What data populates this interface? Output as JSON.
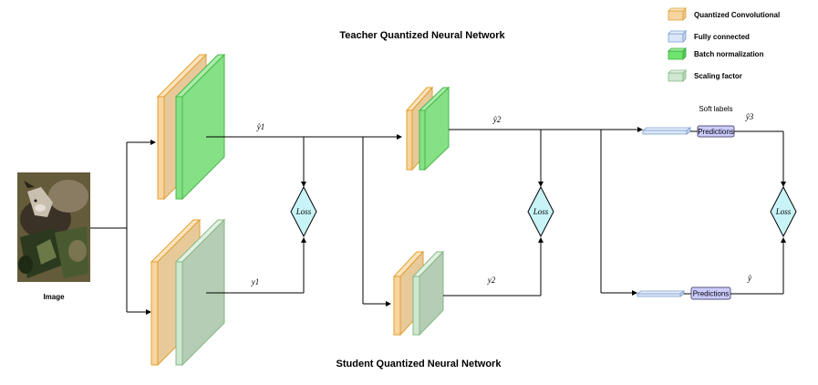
{
  "titles": {
    "teacher": "Teacher Quantized Neural Network",
    "student": "Student Quantized Neural Network"
  },
  "legend": {
    "items": [
      {
        "label": "Quantized Convolutional",
        "color": "#f7d4a0",
        "stroke": "#e0a030"
      },
      {
        "label": "Fully connected",
        "color": "#dae6f7",
        "stroke": "#7a9ccf"
      },
      {
        "label": "Batch normalization",
        "color": "#6ee46e",
        "stroke": "#3aaa3a"
      },
      {
        "label": "Scaling factor",
        "color": "#cfe6cf",
        "stroke": "#86b886"
      }
    ]
  },
  "input": {
    "label": "Image"
  },
  "labels": {
    "t_y1": "ŷ1",
    "t_y2": "ŷ2",
    "t_y3": "ŷ3",
    "s_y1": "y1",
    "s_y2": "y2",
    "s_yhat": "ŷ",
    "soft_labels": "Soft labels",
    "pred_teacher": "Predictions",
    "pred_student": "Predictions",
    "loss1": "Loss",
    "loss2": "Loss",
    "loss3": "Loss"
  },
  "colors": {
    "conv_front": "#f7d4a0",
    "conv_side": "#e8c99a",
    "conv_stroke": "#e0a030",
    "bn_front": "#86e086",
    "bn_stroke": "#48b848",
    "scale_front": "#b4cdb4",
    "scale_side": "#cfe6cf",
    "scale_stroke": "#86b886",
    "loss_fill": "#c8f4f8",
    "fc_fill": "#dae6f7",
    "fc_stroke": "#7a9ccf",
    "pred_fill": "#ccccff",
    "pred_stroke": "#555577"
  }
}
